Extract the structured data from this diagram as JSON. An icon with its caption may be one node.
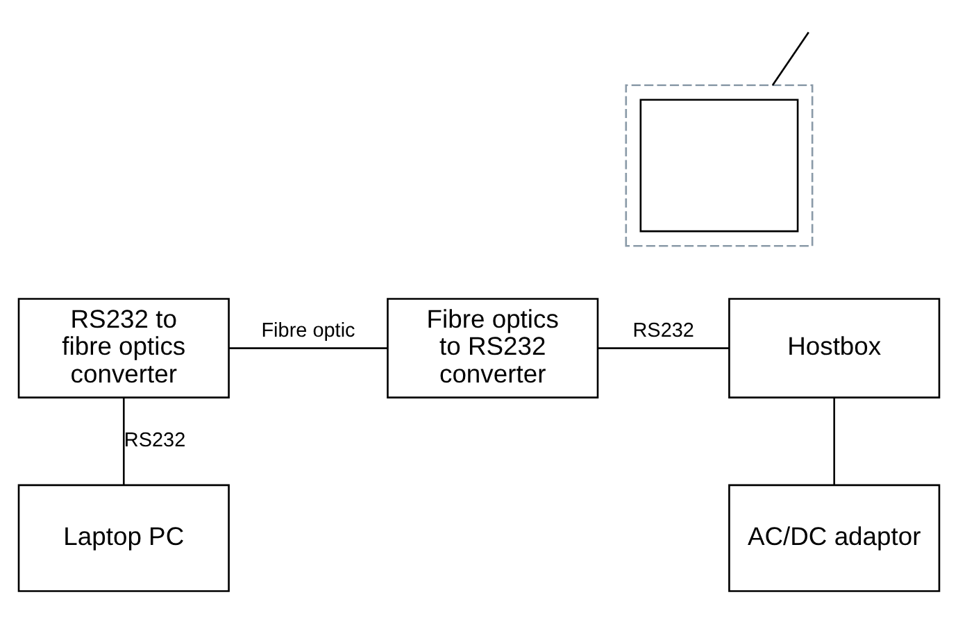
{
  "diagram": {
    "nodes": [
      {
        "text": [],
        "shape": "box"
      },
      {
        "text": [],
        "shape": "box",
        "in": 0
      },
      {
        "text": [
          "RS232 to fibre optics converter"
        ]
      },
      {
        "text": [
          "Fibre optics to RS232 converter"
        ]
      },
      {
        "text": [
          "Hostbox"
        ]
      },
      {
        "text": [
          "AC/DC adaptor"
        ]
      },
      {
        "text": [
          "Laptop PC"
        ]
      }
    ],
    "edges": [
      {
        "from": null,
        "to": 0,
        "arrow": "none"
      },
      {
        "from": 2,
        "to": 3,
        "label": "Fibre optic",
        "arrow": "none"
      },
      {
        "from": 3,
        "to": 4,
        "label": "RS232",
        "arrow": "none"
      },
      {
        "from": 2,
        "to": 6,
        "label": "RS232",
        "arrow": "none"
      },
      {
        "from": 4,
        "to": 5,
        "arrow": "none"
      }
    ]
  }
}
